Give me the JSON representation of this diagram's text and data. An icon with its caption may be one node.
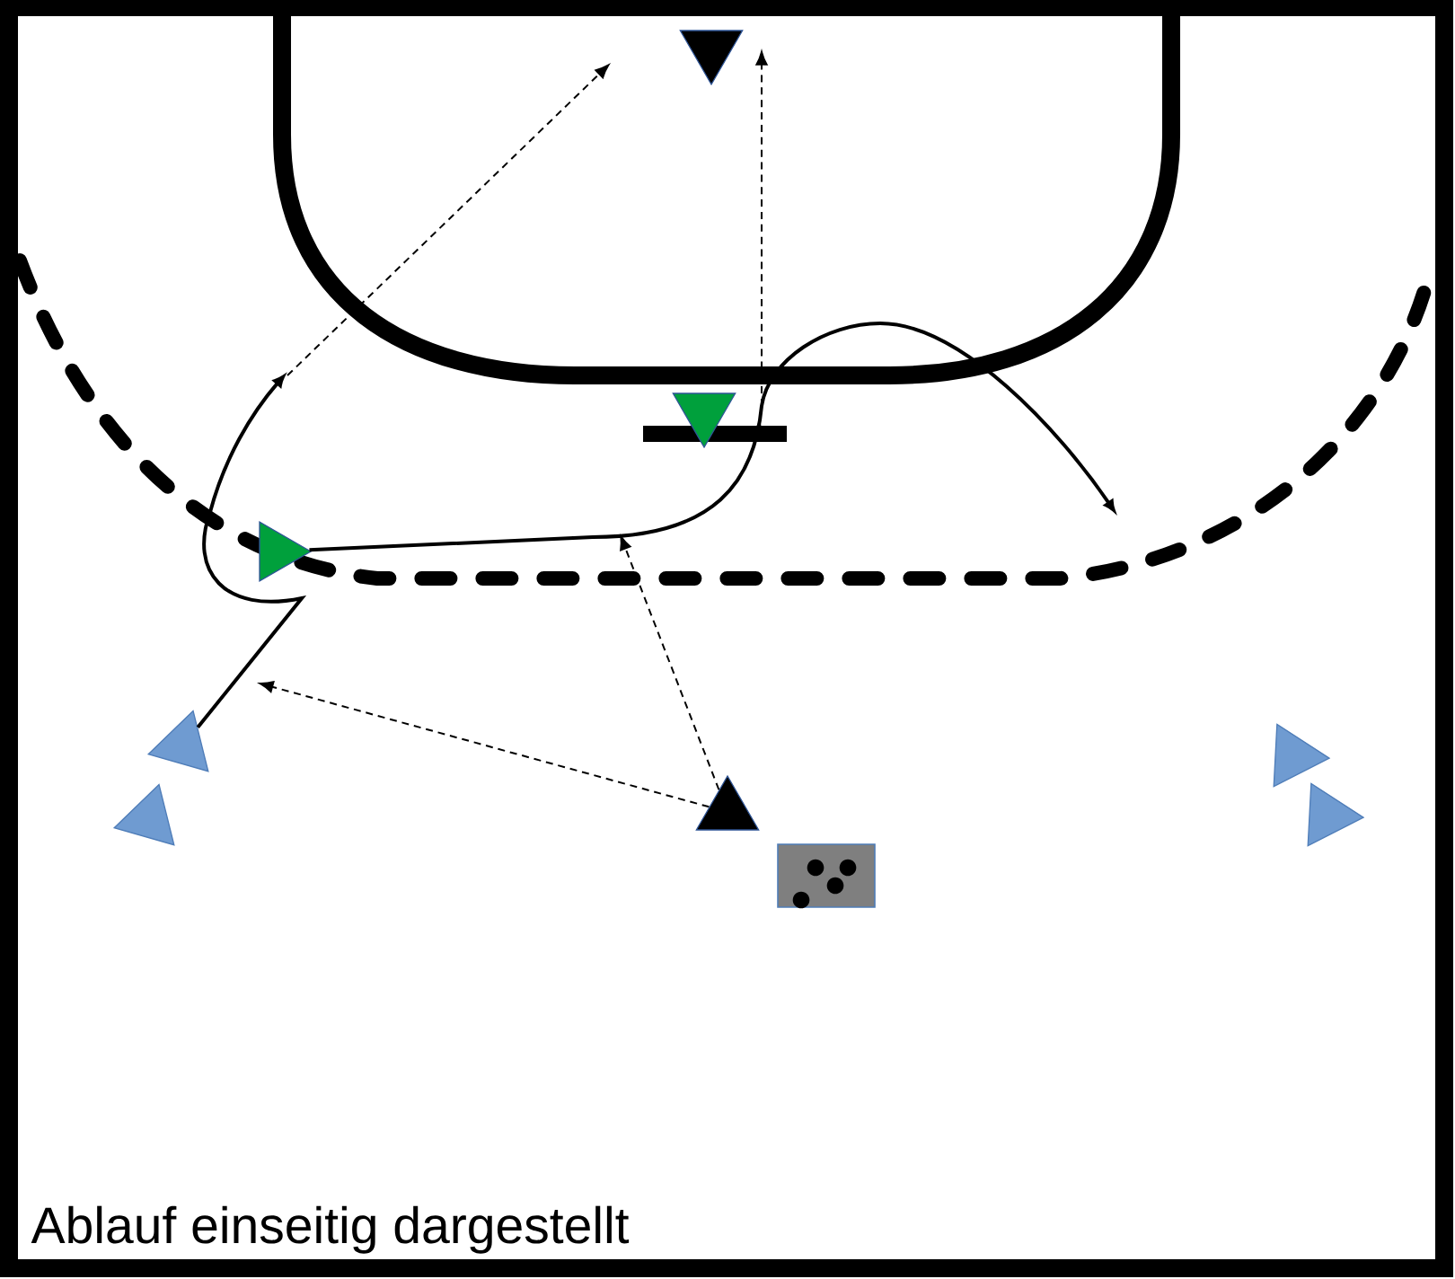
{
  "diagram": {
    "nodes": [
      {
        "text": [],
        "shape": "triangle"
      },
      {
        "text": [],
        "shape": "triangle"
      },
      {
        "text": [],
        "shape": "triangle"
      },
      {
        "text": [],
        "shape": "triangle"
      },
      {
        "text": [],
        "shape": "triangle"
      },
      {
        "text": [],
        "shape": "triangle"
      },
      {
        "text": [],
        "shape": "triangle"
      },
      {
        "text": [],
        "shape": "triangle"
      }
    ],
    "edges": [
      {
        "from": 3,
        "to": null,
        "arrow": "to"
      },
      {
        "from": 2,
        "to": null,
        "arrow": "to"
      },
      {
        "from": 5,
        "to": null,
        "arrow": "to",
        "style": "dashed"
      },
      {
        "from": 5,
        "to": null,
        "arrow": "to",
        "style": "dashed"
      }
    ],
    "labels": [
      "Ablauf einseitig dargestellt"
    ]
  }
}
